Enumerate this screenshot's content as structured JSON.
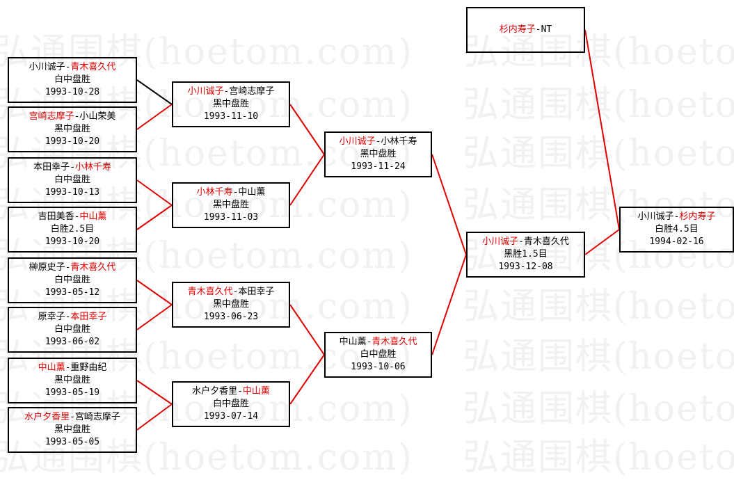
{
  "watermark": "弘通围棋(hoetom.com)",
  "colors": {
    "winner": "#e00000",
    "winner_line": "#e00000",
    "loser_line": "#000000"
  },
  "rounds": [
    {
      "name": "round1",
      "matches": [
        {
          "id": "r1m1",
          "p1": "小川诚子",
          "p2": "青木喜久代",
          "winner": 2,
          "result": "白中盘胜",
          "date": "1993-10-28"
        },
        {
          "id": "r1m2",
          "p1": "宫崎志摩子",
          "p2": "小山荣美",
          "winner": 1,
          "result": "黑中盘胜",
          "date": "1993-10-20"
        },
        {
          "id": "r1m3",
          "p1": "本田幸子",
          "p2": "小林千寿",
          "winner": 2,
          "result": "白中盘胜",
          "date": "1993-10-13"
        },
        {
          "id": "r1m4",
          "p1": "吉田美香",
          "p2": "中山薰",
          "winner": 2,
          "result": "白胜2.5目",
          "date": "1993-10-20"
        },
        {
          "id": "r1m5",
          "p1": "榊原史子",
          "p2": "青木喜久代",
          "winner": 2,
          "result": "白中盘胜",
          "date": "1993-05-12"
        },
        {
          "id": "r1m6",
          "p1": "原幸子",
          "p2": "本田幸子",
          "winner": 2,
          "result": "白中盘胜",
          "date": "1993-06-02"
        },
        {
          "id": "r1m7",
          "p1": "中山薰",
          "p2": "重野由纪",
          "winner": 1,
          "result": "黑中盘胜",
          "date": "1993-05-19"
        },
        {
          "id": "r1m8",
          "p1": "水户夕香里",
          "p2": "宫崎志摩子",
          "winner": 1,
          "result": "黑中盘胜",
          "date": "1993-05-05"
        }
      ]
    },
    {
      "name": "round2",
      "matches": [
        {
          "id": "r2m1",
          "p1": "小川诚子",
          "p2": "宫崎志摩子",
          "winner": 1,
          "result": "黑中盘胜",
          "date": "1993-11-10"
        },
        {
          "id": "r2m2",
          "p1": "小林千寿",
          "p2": "中山薰",
          "winner": 1,
          "result": "黑中盘胜",
          "date": "1993-11-03"
        },
        {
          "id": "r2m3",
          "p1": "青木喜久代",
          "p2": "本田幸子",
          "winner": 1,
          "result": "黑中盘胜",
          "date": "1993-06-23"
        },
        {
          "id": "r2m4",
          "p1": "水户夕香里",
          "p2": "中山薰",
          "winner": 2,
          "result": "白中盘胜",
          "date": "1993-07-14"
        }
      ]
    },
    {
      "name": "round3",
      "matches": [
        {
          "id": "r3m1",
          "p1": "小川诚子",
          "p2": "小林千寿",
          "winner": 1,
          "result": "黑中盘胜",
          "date": "1993-11-24"
        },
        {
          "id": "r3m2",
          "p1": "中山薰",
          "p2": "青木喜久代",
          "winner": 2,
          "result": "白中盘胜",
          "date": "1993-10-06"
        }
      ]
    },
    {
      "name": "round4",
      "matches": [
        {
          "id": "r4m1",
          "p1": "小川诚子",
          "p2": "青木喜久代",
          "winner": 1,
          "result": "黑胜1.5目",
          "date": "1993-12-08"
        }
      ]
    },
    {
      "name": "final",
      "matches": [
        {
          "id": "fm1",
          "p1": "小川诚子",
          "p2": "杉内寿子",
          "winner": 2,
          "result": "白胜4.5目",
          "date": "1994-02-16"
        }
      ]
    }
  ],
  "seed": {
    "id": "seed",
    "p1": "杉内寿子",
    "p2": "NT",
    "winner": 1
  }
}
